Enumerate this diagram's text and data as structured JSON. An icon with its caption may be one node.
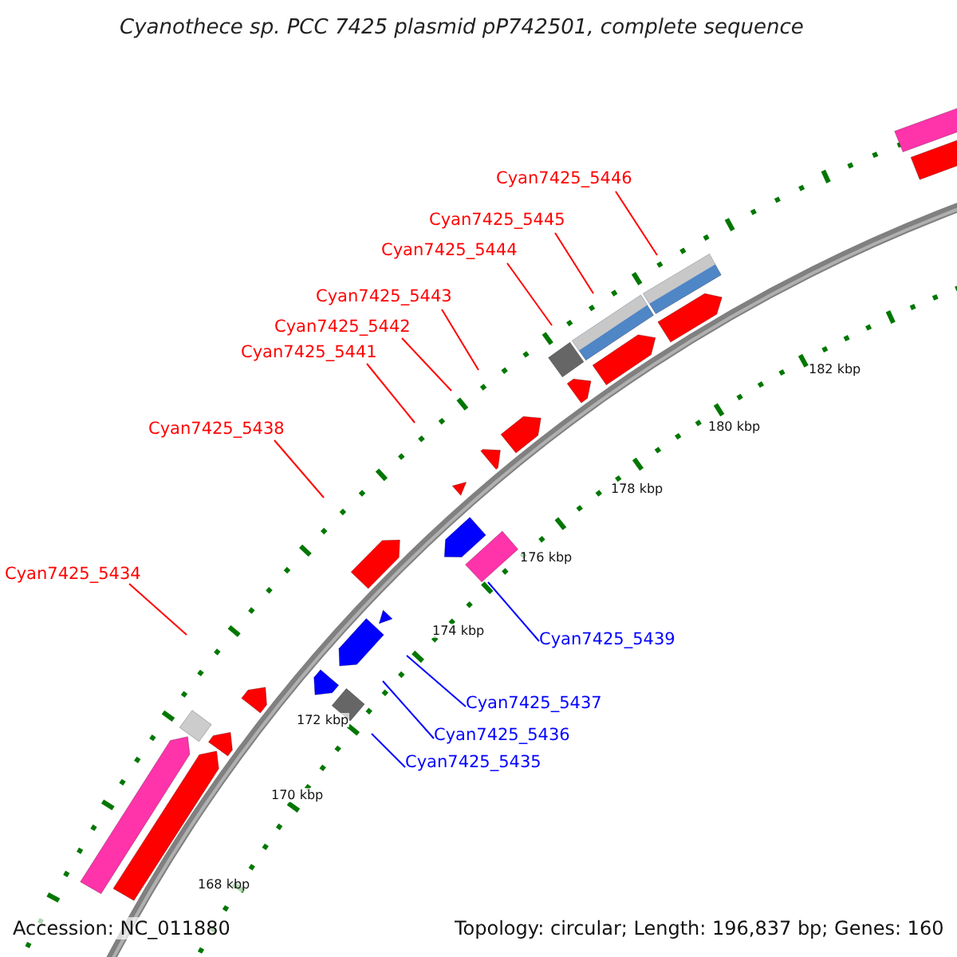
{
  "diagram": {
    "title": "Cyanothece sp. PCC 7425 plasmid pP742501, complete sequence",
    "nodes": [
      {
        "text": [
          "Cyan7425_5446"
        ]
      },
      {
        "text": [
          "Cyan7425_5445"
        ]
      },
      {
        "text": [
          "Cyan7425_5444"
        ]
      },
      {
        "text": [
          "Cyan7425_5443"
        ]
      },
      {
        "text": [
          "Cyan7425_5442"
        ]
      },
      {
        "text": [
          "Cyan7425_5441"
        ]
      },
      {
        "text": [
          "Cyan7425_5438"
        ]
      },
      {
        "text": [
          "Cyan7425_5434"
        ]
      },
      {
        "text": [
          "Cyan7425_5439"
        ]
      },
      {
        "text": [
          "Cyan7425_5437"
        ]
      },
      {
        "text": [
          "Cyan7425_5436"
        ]
      },
      {
        "text": [
          "Cyan7425_5435"
        ]
      }
    ],
    "edges": [
      {
        "from": 0,
        "to": null,
        "arrow": "none"
      },
      {
        "from": 1,
        "to": null,
        "arrow": "none"
      },
      {
        "from": 2,
        "to": null,
        "arrow": "none"
      },
      {
        "from": 3,
        "to": null,
        "arrow": "none"
      },
      {
        "from": 4,
        "to": null,
        "arrow": "none"
      },
      {
        "from": 5,
        "to": null,
        "arrow": "none"
      },
      {
        "from": 6,
        "to": null,
        "arrow": "none"
      },
      {
        "from": 7,
        "to": null,
        "arrow": "none"
      },
      {
        "from": 8,
        "to": null,
        "arrow": "none",
        "color": "#0000ff"
      },
      {
        "from": 9,
        "to": null,
        "arrow": "none",
        "color": "#0000ff"
      },
      {
        "from": 10,
        "to": null,
        "arrow": "none",
        "color": "#0000ff"
      },
      {
        "from": 11,
        "to": null,
        "arrow": "none",
        "color": "#0000ff"
      }
    ],
    "labels": [
      "182 kbp",
      "180 kbp",
      "178 kbp",
      "176 kbp",
      "174 kbp",
      "172 kbp",
      "170 kbp",
      "168 kbp",
      "Accession: NC_011880",
      "Topology: circular; Length: 196,837 bp; Genes: 160"
    ]
  }
}
